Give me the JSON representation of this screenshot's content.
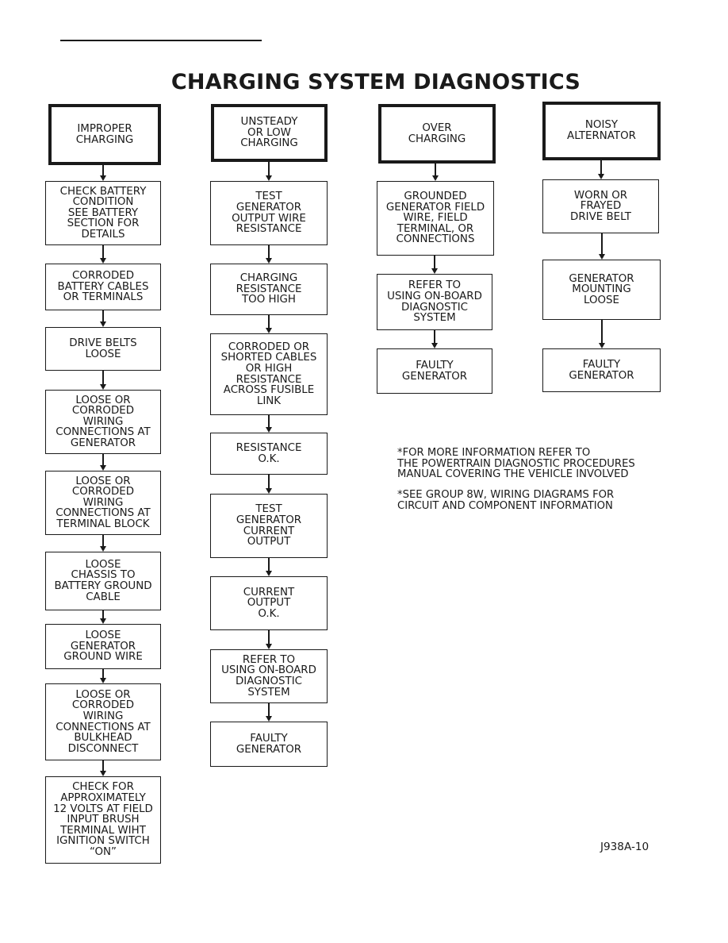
{
  "title": "CHARGING SYSTEM DIAGNOSTICS",
  "columns": [
    {
      "header": "IMPROPER\nCHARGING",
      "steps": [
        "CHECK BATTERY\nCONDITION\nSEE BATTERY\nSECTION FOR\nDETAILS",
        "CORRODED\nBATTERY CABLES\nOR TERMINALS",
        "DRIVE BELTS\nLOOSE",
        "LOOSE OR\nCORRODED\nWIRING\nCONNECTIONS AT\nGENERATOR",
        "LOOSE OR\nCORRODED\nWIRING\nCONNECTIONS AT\nTERMINAL BLOCK",
        "LOOSE\nCHASSIS TO\nBATTERY GROUND\nCABLE",
        "LOOSE\nGENERATOR\nGROUND WIRE",
        "LOOSE OR\nCORRODED\nWIRING\nCONNECTIONS AT\nBULKHEAD\nDISCONNECT",
        "CHECK FOR\nAPPROXIMATELY\n12 VOLTS AT FIELD\nINPUT BRUSH\nTERMINAL WIHT\nIGNITION SWITCH\n“ON”"
      ]
    },
    {
      "header": "UNSTEADY\nOR LOW\nCHARGING",
      "steps": [
        "TEST\nGENERATOR\nOUTPUT WIRE\nRESISTANCE",
        "CHARGING\nRESISTANCE\nTOO HIGH",
        "CORRODED OR\nSHORTED CABLES\nOR HIGH\nRESISTANCE\nACROSS FUSIBLE\nLINK",
        "RESISTANCE\nO.K.",
        "TEST\nGENERATOR\nCURRENT\nOUTPUT",
        "CURRENT\nOUTPUT\nO.K.",
        "REFER TO\nUSING ON-BOARD\nDIAGNOSTIC\nSYSTEM",
        "FAULTY\nGENERATOR"
      ]
    },
    {
      "header": "OVER\nCHARGING",
      "steps": [
        "GROUNDED\nGENERATOR FIELD\nWIRE, FIELD\nTERMINAL, OR\nCONNECTIONS",
        "REFER TO\nUSING ON-BOARD\nDIAGNOSTIC\nSYSTEM",
        "FAULTY\nGENERATOR"
      ]
    },
    {
      "header": "NOISY\nALTERNATOR",
      "steps": [
        "WORN OR\nFRAYED\nDRIVE BELT",
        "GENERATOR\nMOUNTING\nLOOSE",
        "FAULTY\nGENERATOR"
      ]
    }
  ],
  "notes": [
    "*FOR MORE INFORMATION REFER TO\nTHE POWERTRAIN DIAGNOSTIC PROCEDURES\nMANUAL COVERING THE VEHICLE INVOLVED",
    "*SEE GROUP 8W, WIRING DIAGRAMS FOR\nCIRCUIT AND COMPONENT INFORMATION"
  ],
  "figure_id": "J938A-10"
}
